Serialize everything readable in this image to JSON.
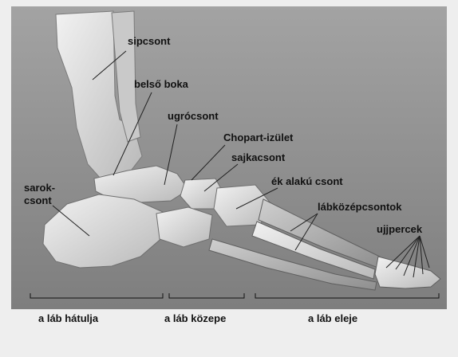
{
  "labels": {
    "tibia": "sipcsont",
    "medial_malleolus": "belső boka",
    "talus": "ugrócsont",
    "chopart_joint": "Chopart-izület",
    "navicular": "sajkacsont",
    "cuneiform": "ék alakú csont",
    "metatarsals": "lábközépcsontok",
    "phalanges": "ujjpercek",
    "calcaneus_line1": "sarok-",
    "calcaneus_line2": "csont"
  },
  "zones": {
    "hindfoot": "a láb hátulja",
    "midfoot": "a láb közepe",
    "forefoot": "a láb eleje"
  },
  "colors": {
    "background": "#eeeeee",
    "panel": "#8e8e8e",
    "bone_light": "#e4e4e4",
    "bone_shade": "#a9a9a9",
    "label_text": "#111111",
    "leader_line": "#202020"
  }
}
